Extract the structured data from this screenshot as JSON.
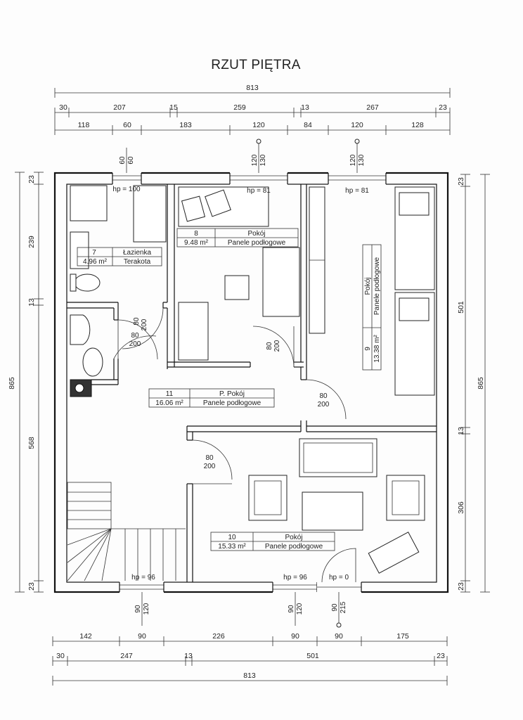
{
  "title": "RZUT PIĘTRA",
  "dimensions": {
    "top_total": "813",
    "top_row2": [
      "30",
      "207",
      "15",
      "259",
      "13",
      "267",
      "23"
    ],
    "top_row3": [
      "118",
      "60",
      "183",
      "120",
      "84",
      "120",
      "128"
    ],
    "bottom_row1": [
      "142",
      "90",
      "226",
      "90",
      "90",
      "175"
    ],
    "bottom_row2": [
      "30",
      "247",
      "13",
      "501",
      "23"
    ],
    "bottom_total": "813",
    "left_total": "865",
    "left_parts": [
      "23",
      "239",
      "13",
      "568",
      "23"
    ],
    "right_total": "865",
    "right_parts": [
      "23",
      "501",
      "13",
      "306",
      "23"
    ]
  },
  "window_labels": {
    "top_left": [
      "60",
      "60"
    ],
    "top_mid": [
      "120",
      "130"
    ],
    "top_right": [
      "120",
      "130"
    ],
    "bottom_left": [
      "90",
      "120"
    ],
    "bottom_mid": [
      "90",
      "120"
    ],
    "bottom_right": [
      "90",
      "215"
    ]
  },
  "heights": {
    "hp_bath": "hp = 100",
    "hp_room8": "hp = 81",
    "hp_room9": "hp = 81",
    "hp_bottom_left": "hp = 96",
    "hp_bottom_mid": "hp = 96",
    "hp_bottom_right": "hp = 0"
  },
  "doors": {
    "bath": [
      "80",
      "200"
    ],
    "wc": [
      "80",
      "200"
    ],
    "room8": [
      "80",
      "200"
    ],
    "room9": [
      "80",
      "200"
    ],
    "room10": [
      "80",
      "200"
    ]
  },
  "rooms": [
    {
      "number": "7",
      "name": "Łazienka",
      "area": "4.96 m²",
      "floor": "Terakota"
    },
    {
      "number": "8",
      "name": "Pokój",
      "area": "9.48 m²",
      "floor": "Panele podłogowe"
    },
    {
      "number": "9",
      "name": "Pokój",
      "area": "13.38 m²",
      "floor": "Panele podłogowe"
    },
    {
      "number": "10",
      "name": "Pokój",
      "area": "15.33 m²",
      "floor": "Panele podłogowe"
    },
    {
      "number": "11",
      "name": "P. Pokój",
      "area": "16.06 m²",
      "floor": "Panele podłogowe"
    }
  ]
}
